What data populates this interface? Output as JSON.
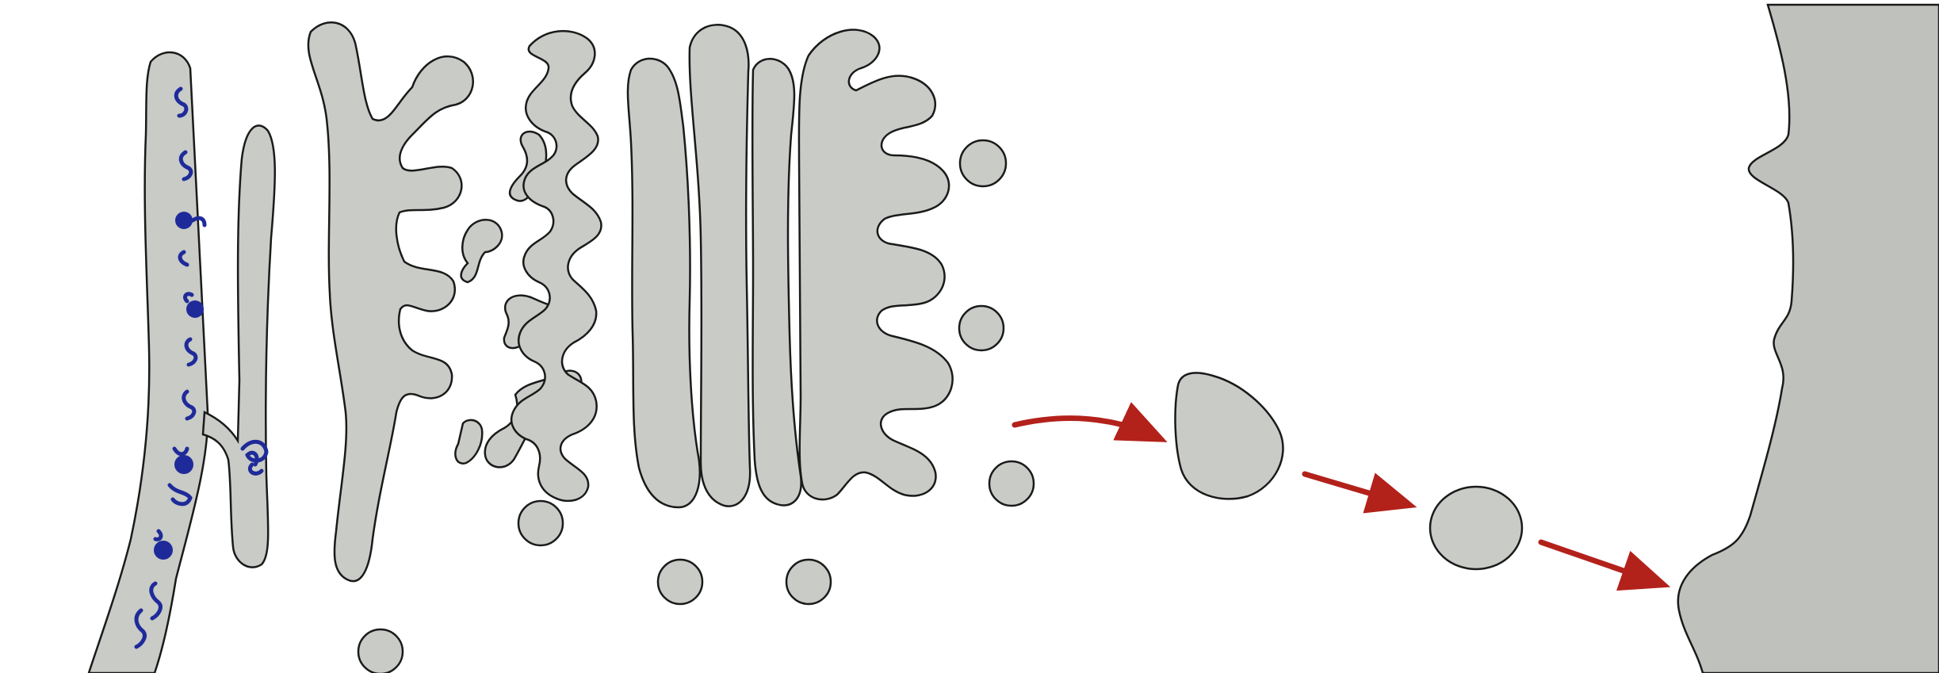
{
  "diagram": {
    "kind": "secretory-pathway-illustration",
    "background_color": "#ffffff",
    "membrane_fill": "#c8cbc6",
    "membrane_stroke": "#1a1a1a",
    "cell_edge_fill": "#bfc1bd",
    "protein_color": "#1f2a9a",
    "arrow_color": "#b3211b",
    "structures": [
      "endoplasmic-reticulum",
      "cis-golgi-tubules",
      "golgi-stack",
      "trans-golgi-network",
      "transport-vesicle",
      "secretory-vesicle",
      "plasma-membrane"
    ],
    "arrows": [
      "golgi-to-vesicle",
      "vesicle-to-vesicle",
      "vesicle-to-membrane"
    ]
  }
}
